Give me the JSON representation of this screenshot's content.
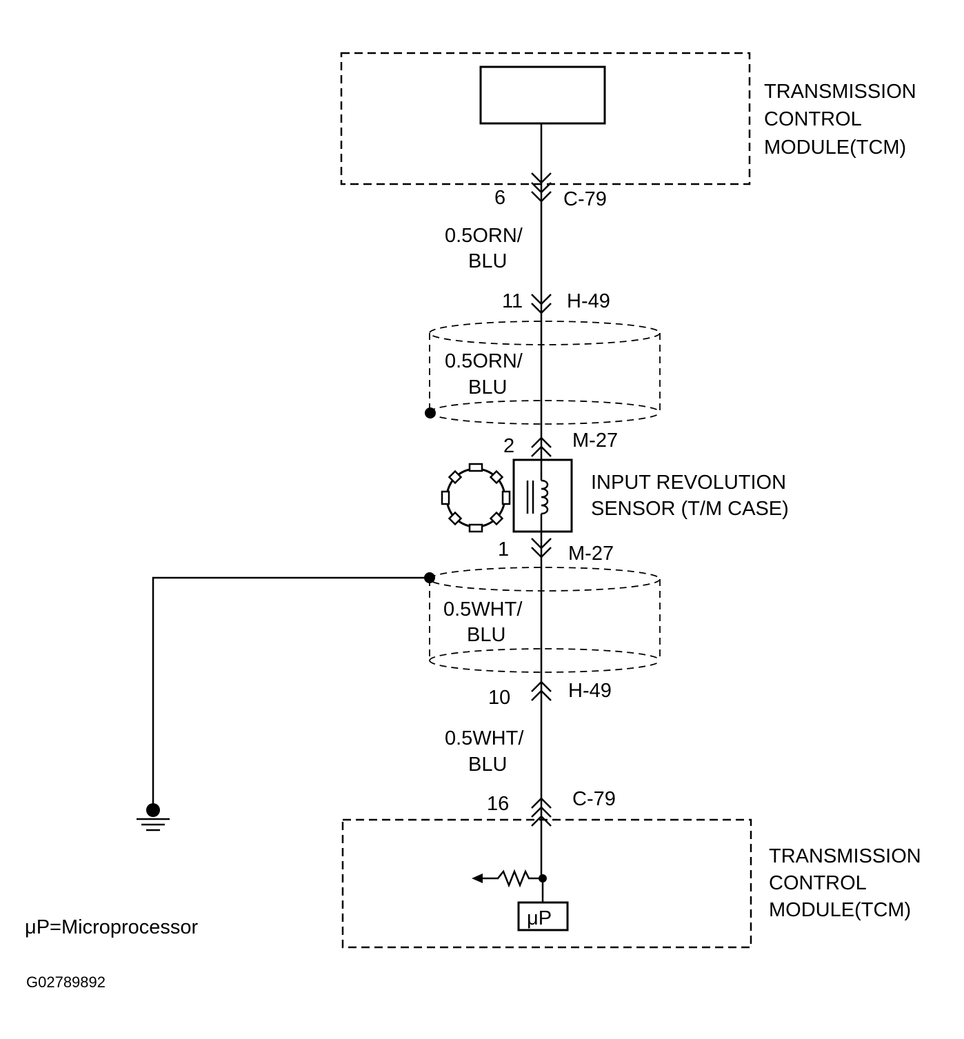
{
  "tcm_top": {
    "label_lines": [
      "TRANSMISSION",
      "CONTROL",
      "MODULE(TCM)"
    ]
  },
  "tcm_bottom": {
    "label_lines": [
      "TRANSMISSION",
      "CONTROL",
      "MODULE(TCM)"
    ],
    "micro_label": "μP"
  },
  "sensor": {
    "label_lines": [
      "INPUT REVOLUTION",
      "SENSOR (T/M CASE)"
    ]
  },
  "connectors": {
    "c79_top": {
      "pin": "6",
      "name": "C-79"
    },
    "h49_top": {
      "pin": "11",
      "name": "H-49"
    },
    "m27_top": {
      "pin": "2",
      "name": "M-27"
    },
    "m27_bottom": {
      "pin": "1",
      "name": "M-27"
    },
    "h49_bottom": {
      "pin": "10",
      "name": "H-49"
    },
    "c79_bottom": {
      "pin": "16",
      "name": "C-79"
    }
  },
  "wires": {
    "upper_harness": [
      "0.5ORN/",
      "BLU"
    ],
    "upper_shielded": [
      "0.5ORN/",
      "BLU"
    ],
    "lower_shielded": [
      "0.5WHT/",
      "BLU"
    ],
    "lower_harness": [
      "0.5WHT/",
      "BLU"
    ]
  },
  "legend": "μP=Microprocessor",
  "figure_id": "G02789892"
}
